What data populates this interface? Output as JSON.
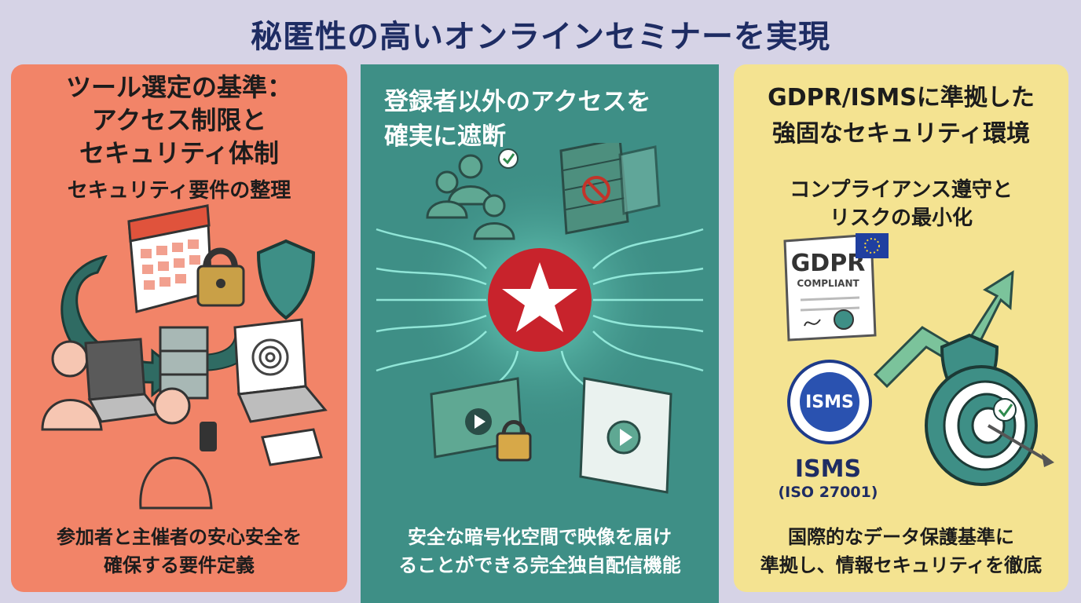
{
  "header": {
    "title": "秘匿性の高いオンラインセミナーを実現"
  },
  "left_panel": {
    "title_lines": [
      "ツール選定の基準：",
      "アクセス制限と",
      "セキュリティ体制"
    ],
    "subtitle": "セキュリティ要件の整理",
    "bottom_lines": [
      "参加者と主催者の安心安全を",
      "確保する要件定義"
    ],
    "bg_color": "#f28468"
  },
  "middle_panel": {
    "title_lines": [
      "登録者以外のアクセスを",
      "確実に遮断"
    ],
    "bottom_lines": [
      "安全な暗号化空間で映像を届け",
      "ることができる完全独自配信機能"
    ],
    "bg_color": "#3e8f86",
    "center_icon": "star-badge-icon"
  },
  "right_panel": {
    "title_lines": [
      "GDPR/ISMSに準拠した",
      "強固なセキュリティ環境"
    ],
    "subtitle_lines": [
      "コンプライアンス遵守と",
      "リスクの最小化"
    ],
    "gdpr_badge": {
      "line1": "GDPR",
      "line2": "COMPLIANT"
    },
    "isms_seal": {
      "text": "ISMS"
    },
    "isms_label": "ISMS",
    "isms_sub": "(ISO 27001)",
    "bottom_lines": [
      "国際的なデータ保護基準に",
      "準拠し、情報セキュリティを徹底"
    ],
    "bg_color": "#f4e391"
  }
}
